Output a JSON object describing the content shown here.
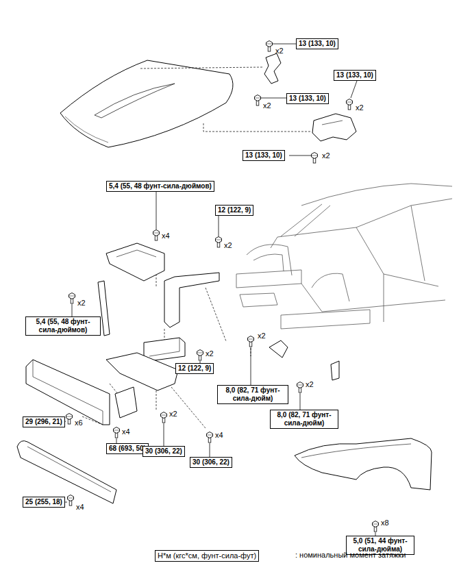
{
  "diagram": {
    "nodes": [
      {
        "text": [
          "13 (133, 10)"
        ]
      },
      {
        "text": [
          "13 (133, 10)"
        ]
      },
      {
        "text": [
          "13 (133, 10)"
        ]
      },
      {
        "text": [
          "13 (133, 10)"
        ]
      },
      {
        "text": [
          "5,4 (55, 48 фунт-сила-дюймов)"
        ]
      },
      {
        "text": [
          "12 (122, 9)"
        ]
      },
      {
        "text": [
          "5,4 (55, 48 фунт- сила-дюймов)"
        ]
      },
      {
        "text": [
          "12 (122, 9)"
        ]
      },
      {
        "text": [
          "8,0 (82, 71 фунт- сила-дюйм)"
        ]
      },
      {
        "text": [
          "8,0 (82, 71 фунт- сила-дюйм)"
        ]
      },
      {
        "text": [
          "29 (296, 21)"
        ]
      },
      {
        "text": [
          "68 (693, 50)"
        ]
      },
      {
        "text": [
          "30 (306, 22)"
        ]
      },
      {
        "text": [
          "30 (306, 22)"
        ]
      },
      {
        "text": [
          "25 (255, 18)"
        ]
      },
      {
        "text": [
          "5,0 (51, 44 фунт- сила-дюйма)"
        ]
      },
      {
        "text": [
          "Н*м (кгс*см, фунт-сила-фут)"
        ]
      }
    ],
    "labels": [
      "x2",
      "x2",
      "x2",
      "x2",
      "x4",
      "x2",
      "x2",
      "x2",
      "x2",
      "x2",
      "x6",
      "x4",
      "x2",
      "x4",
      "x4",
      "x8",
      ": номинальный момент затяжки"
    ]
  }
}
